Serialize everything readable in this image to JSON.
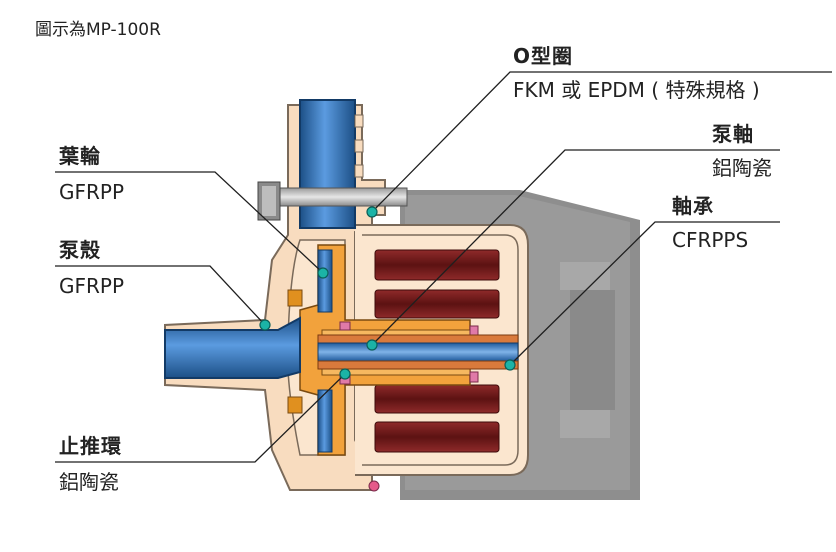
{
  "caption": "圖示為MP-100R",
  "labels": {
    "o_ring": {
      "title": "O型圈",
      "material": "FKM 或 EPDM ( 特殊規格 )"
    },
    "impeller": {
      "title": "葉輪",
      "material": "GFRPP"
    },
    "pump_casing": {
      "title": "泵殼",
      "material": "GFRPP"
    },
    "pump_shaft": {
      "title": "泵軸",
      "material": "鋁陶瓷"
    },
    "bearing": {
      "title": "軸承",
      "material": "CFRPPS"
    },
    "thrust_ring": {
      "title": "止推環",
      "material": "鋁陶瓷"
    }
  },
  "colors": {
    "casing": "#f8dcbf",
    "casing_outline": "#7a6a5a",
    "impeller": "#f2a23c",
    "port_blue": "#2e6fad",
    "motor_gray": "#8c8c8c",
    "coil": "#6e1b1b",
    "leader_dot": "#1bb3a6"
  }
}
